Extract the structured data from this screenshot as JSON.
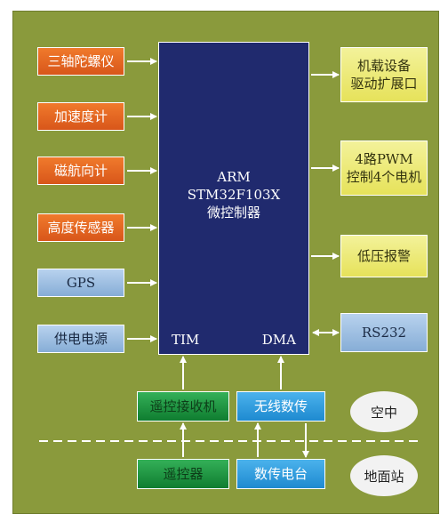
{
  "diagram": {
    "left_inputs": [
      {
        "label": "三轴陀螺仪",
        "style": "orange"
      },
      {
        "label": "加速度计",
        "style": "orange"
      },
      {
        "label": "磁航向计",
        "style": "orange"
      },
      {
        "label": "高度传感器",
        "style": "orange"
      },
      {
        "label": "GPS",
        "style": "blue"
      },
      {
        "label": "供电电源",
        "style": "blue"
      }
    ],
    "mcu": {
      "line1": "ARM",
      "line2": "STM32F103X",
      "line3": "微控制器",
      "port_left": "TIM",
      "port_right": "DMA"
    },
    "right_outputs": [
      {
        "line1": "机载设备",
        "line2": "驱动扩展口"
      },
      {
        "line1": "4路PWM",
        "line2": "控制4个电机"
      },
      {
        "line1": "低压报警",
        "line2": ""
      },
      {
        "line1": "RS232",
        "line2": ""
      }
    ],
    "air_blocks": {
      "receiver": "遥控接收机",
      "wireless": "无线数传"
    },
    "ground_blocks": {
      "remote": "遥控器",
      "station": "数传电台"
    },
    "zones": {
      "air": "空中",
      "ground": "地面站"
    }
  }
}
